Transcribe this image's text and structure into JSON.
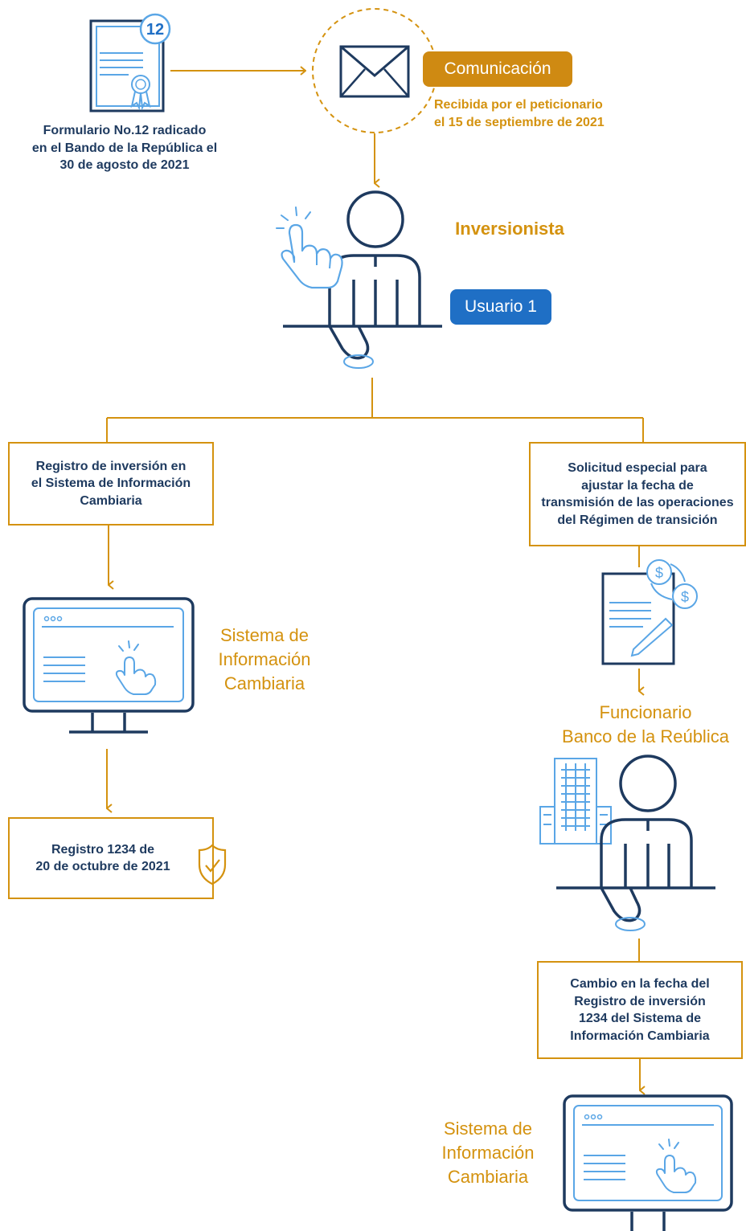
{
  "colors": {
    "navy": "#1e3a5f",
    "orange": "#d4920f",
    "light_blue": "#5aa6e6",
    "blue_badge": "#1f6fc5"
  },
  "form": {
    "badge": "12",
    "caption": [
      "Formulario No.12 radicado",
      "en el Bando de la República el",
      "30 de agosto de 2021"
    ]
  },
  "communication": {
    "label": "Comunicación",
    "caption": [
      "Recibida por el peticionario",
      "el 15 de septiembre de 2021"
    ]
  },
  "investor": {
    "role": "Inversionista",
    "user": "Usuario 1"
  },
  "left": {
    "box1": [
      "Registro de inversión en",
      "el Sistema de Información",
      "Cambiaria"
    ],
    "system": [
      "Sistema de",
      "Información",
      "Cambiaria"
    ],
    "box2": [
      "Registro 1234 de",
      "20 de octubre de 2021"
    ]
  },
  "right": {
    "box1": [
      "Solicitud especial para",
      "ajustar la fecha de",
      "transmisión de las operaciones",
      "del Régimen de transición"
    ],
    "official": [
      "Funcionario",
      "Banco de la Reública"
    ],
    "box2": [
      "Cambio en la fecha del",
      "Registro de inversión",
      "1234 del Sistema de",
      "Información Cambiaria"
    ],
    "system": [
      "Sistema de",
      "Información",
      "Cambiaria"
    ]
  },
  "icons": [
    "certificate-document-icon",
    "envelope-icon",
    "investor-person-icon",
    "pointing-hand-icon",
    "monitor-icon",
    "shield-check-icon",
    "document-money-icon",
    "building-icon",
    "official-person-icon"
  ]
}
